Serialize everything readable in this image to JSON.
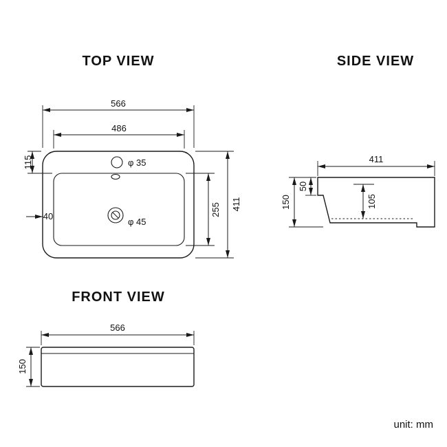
{
  "unit_label": "unit: mm",
  "colors": {
    "line": "#1a1a1a",
    "text": "#111111",
    "background": "#ffffff"
  },
  "views": {
    "top": {
      "title": "TOP VIEW",
      "dims": {
        "outer_width": "566",
        "inner_width": "486",
        "front_edge_offset": "115",
        "outer_depth": "411",
        "inner_depth": "255",
        "side_wall_offset": "40",
        "faucet_hole": "φ 35",
        "drain_hole": "φ 45"
      }
    },
    "side": {
      "title": "SIDE VIEW",
      "dims": {
        "depth": "411",
        "rim_height": "50",
        "overall_height": "150",
        "bowl_depth": "105"
      }
    },
    "front": {
      "title": "FRONT VIEW",
      "dims": {
        "width": "566",
        "overall_height": "150"
      }
    }
  }
}
